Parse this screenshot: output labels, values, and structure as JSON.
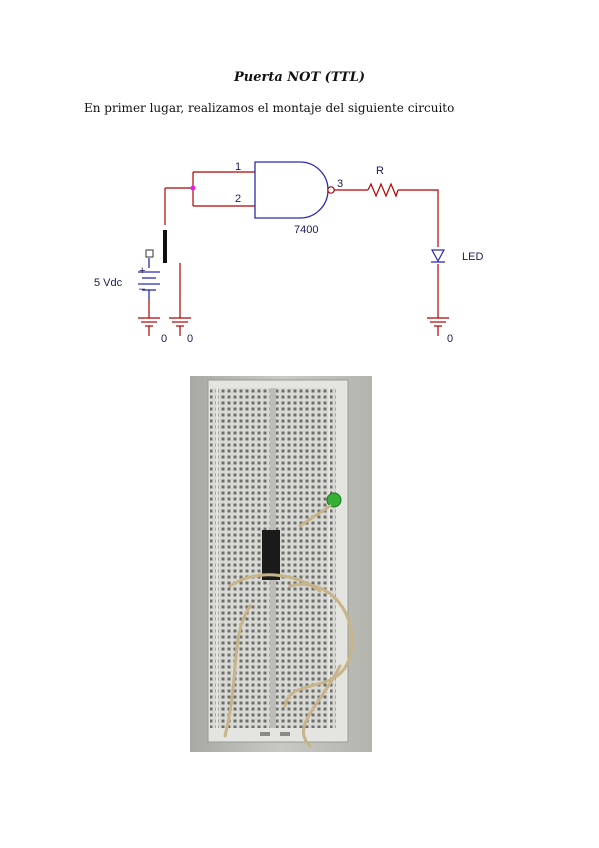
{
  "document": {
    "title": "Puerta NOT (TTL)",
    "intro": "En primer lugar, realizamos el montaje del siguiente circuito"
  },
  "schematic": {
    "pin1": "1",
    "pin2": "2",
    "pin3": "3",
    "chip": "7400",
    "resistor": "R",
    "led": "LED",
    "source": "5 Vdc",
    "ground_left_a": "0",
    "ground_left_b": "0",
    "ground_right": "0",
    "plus": "+",
    "minus": "–"
  },
  "colors": {
    "wire": "#b00000",
    "gate": "#2a2ab0",
    "junction": "#e020e0"
  }
}
